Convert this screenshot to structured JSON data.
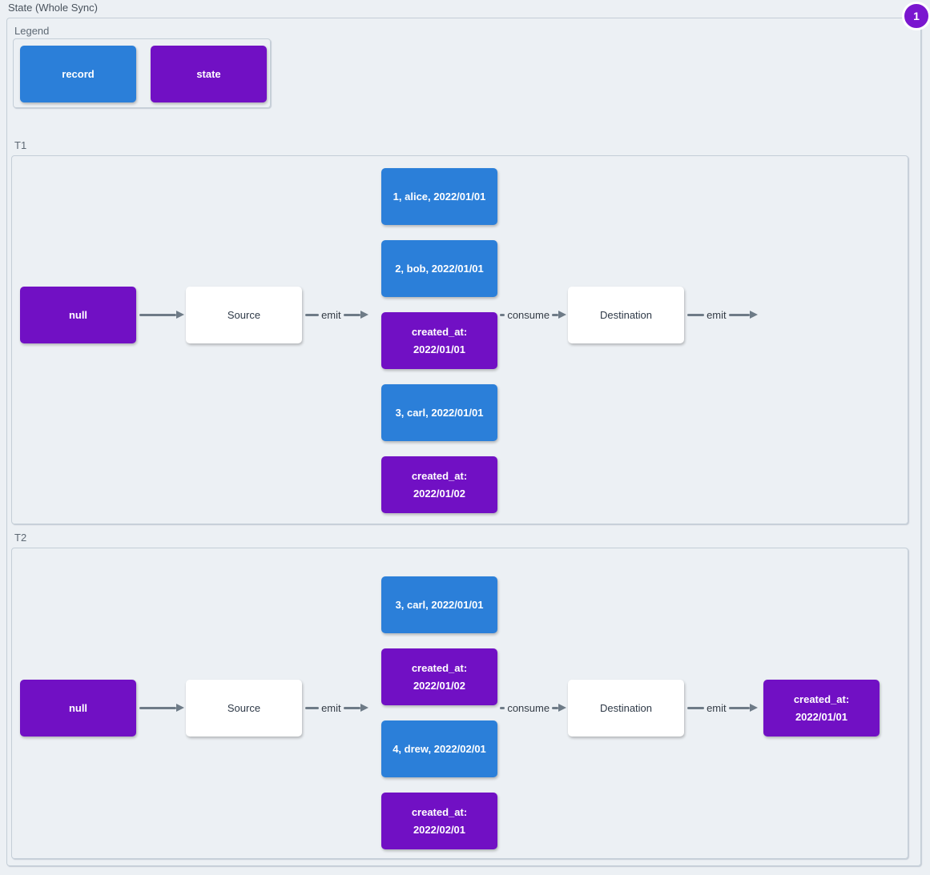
{
  "title": "State (Whole Sync)",
  "badge": {
    "label": "1"
  },
  "colors": {
    "background": "#ecf0f4",
    "record": "#2b7fd9",
    "state": "#7110c4",
    "badge": "#7a16cf",
    "arrow": "#6e7b87",
    "cluster_border": "#c4ced7"
  },
  "legend": {
    "label": "Legend",
    "items": [
      {
        "label": "record",
        "type": "record"
      },
      {
        "label": "state",
        "type": "state"
      }
    ]
  },
  "sections": [
    {
      "label": "T1",
      "nodes": {
        "null_label": "null",
        "source": "Source",
        "destination": "Destination"
      },
      "edges": {
        "emit_in": "emit",
        "consume": "consume",
        "emit_out": "emit"
      },
      "stack": [
        {
          "text": "1, alice, 2022/01/01",
          "type": "record"
        },
        {
          "text": "2, bob, 2022/01/01",
          "type": "record"
        },
        {
          "text": "created_at: 2022/01/01",
          "type": "state"
        },
        {
          "text": "3, carl, 2022/01/01",
          "type": "record"
        },
        {
          "text": "created_at: 2022/01/02",
          "type": "state"
        }
      ],
      "final_state": null
    },
    {
      "label": "T2",
      "nodes": {
        "null_label": "null",
        "source": "Source",
        "destination": "Destination"
      },
      "edges": {
        "emit_in": "emit",
        "consume": "consume",
        "emit_out": "emit"
      },
      "stack": [
        {
          "text": "3, carl, 2022/01/01",
          "type": "record"
        },
        {
          "text": "created_at: 2022/01/02",
          "type": "state"
        },
        {
          "text": "4, drew, 2022/02/01",
          "type": "record"
        },
        {
          "text": "created_at: 2022/02/01",
          "type": "state"
        }
      ],
      "final_state": "created_at: 2022/01/01"
    }
  ]
}
